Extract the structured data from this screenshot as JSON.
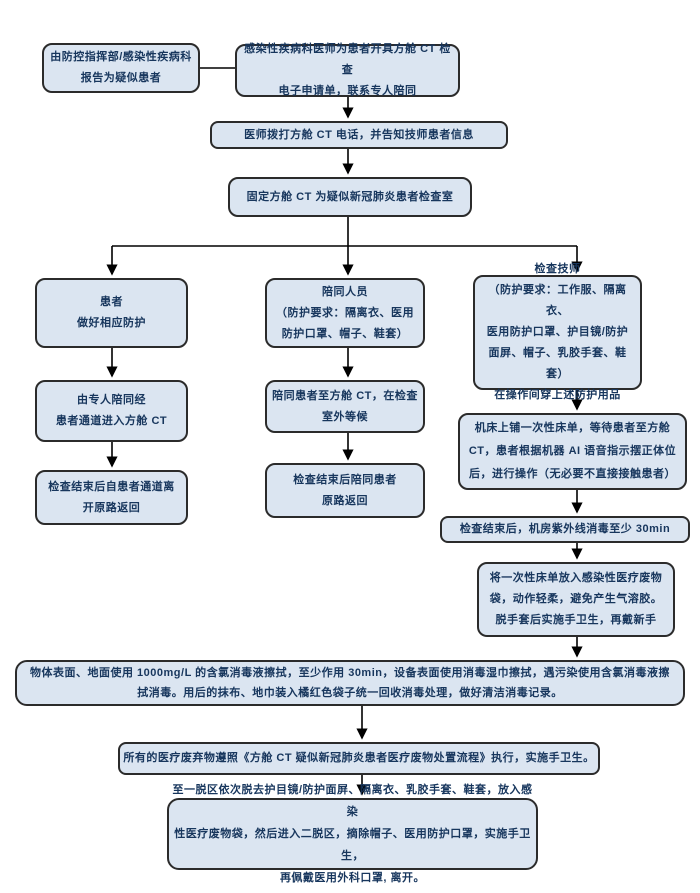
{
  "colors": {
    "node_fill": "#dbe5f1",
    "node_border": "#2b2b2b",
    "text_color": "#17365d",
    "connector_color": "#000000",
    "background": "#ffffff"
  },
  "nodes": {
    "report": {
      "label": "由防控指挥部/感染性疾病科\n报告为疑似患者"
    },
    "order": {
      "label": "感染性疾病科医师为患者开具方舱 CT 检查\n电子申请单，联系专人陪同"
    },
    "call": {
      "label": "医师拨打方舱 CT 电话，并告知技师患者信息"
    },
    "fix": {
      "label": "固定方舱 CT 为疑似新冠肺炎患者检查室"
    },
    "patient1": {
      "label": "患者\n做好相应防护"
    },
    "patient2": {
      "label": "由专人陪同经\n患者通道进入方舱 CT"
    },
    "patient3": {
      "label": "检查结束后自患者通道离\n开原路返回"
    },
    "escort1": {
      "label": "陪同人员\n（防护要求：隔离衣、医用\n防护口罩、帽子、鞋套）"
    },
    "escort2": {
      "label": "陪同患者至方舱 CT，在检查\n室外等候"
    },
    "escort3": {
      "label": "检查结束后陪同患者\n原路返回"
    },
    "tech1": {
      "label": "检查技师\n（防护要求：工作服、隔离衣、\n医用防护口罩、护目镜/防护\n面屏、帽子、乳胶手套、鞋套）\n在操作间穿上述防护用品"
    },
    "tech2": {
      "label": "机床上铺一次性床单，等待患者至方舱\nCT，患者根据机器 AI 语音指示摆正体位\n后，进行操作（无必要不直接接触患者）"
    },
    "tech3": {
      "label": "检查结束后，机房紫外线消毒至少 30min"
    },
    "tech4": {
      "label": "将一次性床单放入感染性医疗废物\n袋，动作轻柔，避免产生气溶胶。\n脱手套后实施手卫生，再戴新手"
    },
    "clean": {
      "label": "物体表面、地面使用 1000mg/L 的含氯消毒液擦拭，至少作用 30min，设备表面使用消毒湿巾擦拭，遇污染使用含氯消毒液擦\n拭消毒。用后的抹布、地巾装入橘红色袋子统一回收消毒处理，做好清洁消毒记录。"
    },
    "waste": {
      "label": "所有的医疗废弃物遵照《方舱 CT 疑似新冠肺炎患者医疗废物处置流程》执行，实施手卫生。"
    },
    "doff": {
      "label": "至一脱区依次脱去护目镜/防护面屏、隔离衣、乳胶手套、鞋套，放入感染\n性医疗废物袋，然后进入二脱区，摘除帽子、医用防护口罩，实施手卫生，\n再佩戴医用外科口罩, 离开。"
    }
  }
}
